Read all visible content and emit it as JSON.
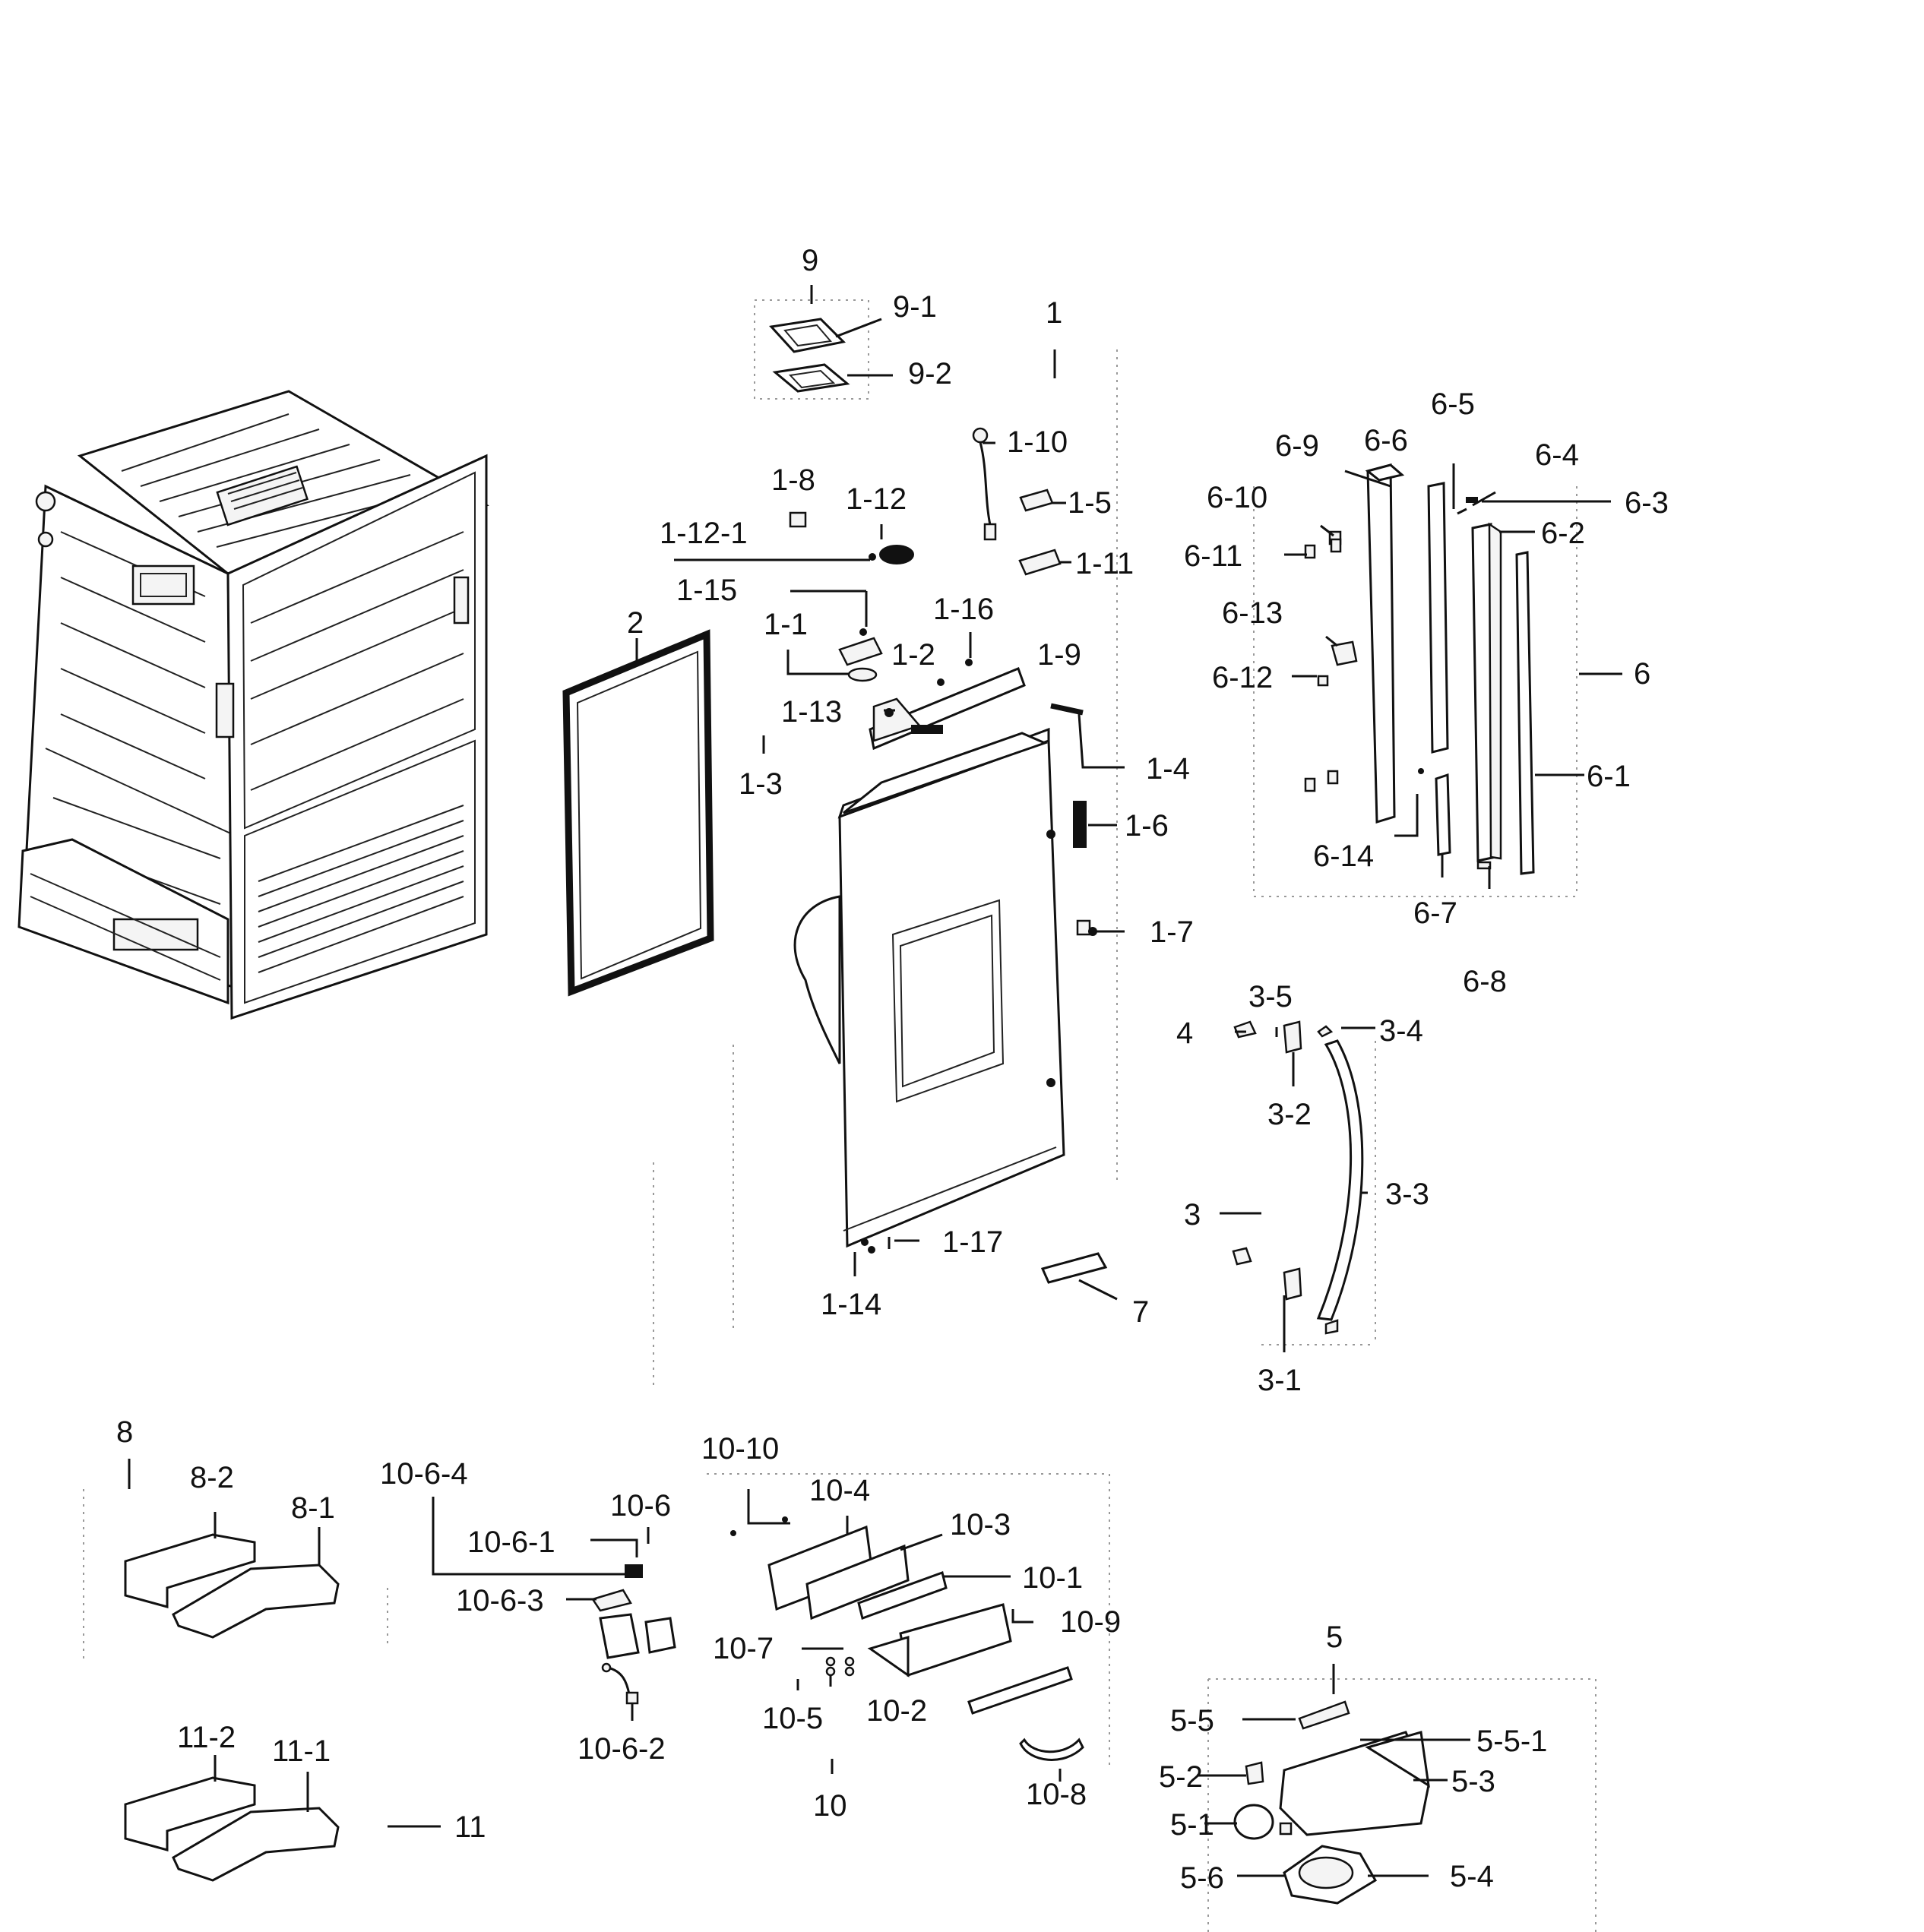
{
  "labels": {
    "l9": "9",
    "l9_1": "9-1",
    "l9_2": "9-2",
    "l1": "1",
    "l1_10": "1-10",
    "l1_5": "1-5",
    "l1_11": "1-11",
    "l1_8": "1-8",
    "l1_12": "1-12",
    "l1_12_1": "1-12-1",
    "l1_15": "1-15",
    "l1_16": "1-16",
    "l1_1": "1-1",
    "l1_2": "1-2",
    "l1_9": "1-9",
    "l1_13": "1-13",
    "l1_3": "1-3",
    "l1_4": "1-4",
    "l1_6": "1-6",
    "l1_7": "1-7",
    "l1_17": "1-17",
    "l1_14": "1-14",
    "l2": "2",
    "l7": "7",
    "l6_5": "6-5",
    "l6_9": "6-9",
    "l6_6": "6-6",
    "l6_4": "6-4",
    "l6_3": "6-3",
    "l6_10": "6-10",
    "l6_2": "6-2",
    "l6_11": "6-11",
    "l6_13": "6-13",
    "l6": "6",
    "l6_12": "6-12",
    "l6_1": "6-1",
    "l6_14": "6-14",
    "l6_7": "6-7",
    "l6_8": "6-8",
    "l3_5": "3-5",
    "l4": "4",
    "l3_4": "3-4",
    "l3_2": "3-2",
    "l3_3": "3-3",
    "l3": "3",
    "l3_1": "3-1",
    "l8": "8",
    "l8_2": "8-2",
    "l8_1": "8-1",
    "l11_2": "11-2",
    "l11_1": "11-1",
    "l11": "11",
    "l10_6_4": "10-6-4",
    "l10_6": "10-6",
    "l10_6_1": "10-6-1",
    "l10_6_3": "10-6-3",
    "l10_6_2": "10-6-2",
    "l10_10": "10-10",
    "l10_4": "10-4",
    "l10_3": "10-3",
    "l10_1": "10-1",
    "l10_9": "10-9",
    "l10_7": "10-7",
    "l10_5": "10-5",
    "l10_2": "10-2",
    "l10": "10",
    "l10_8": "10-8",
    "l5": "5",
    "l5_5": "5-5",
    "l5_5_1": "5-5-1",
    "l5_2": "5-2",
    "l5_3": "5-3",
    "l5_1": "5-1",
    "l5_6": "5-6",
    "l5_4": "5-4"
  }
}
